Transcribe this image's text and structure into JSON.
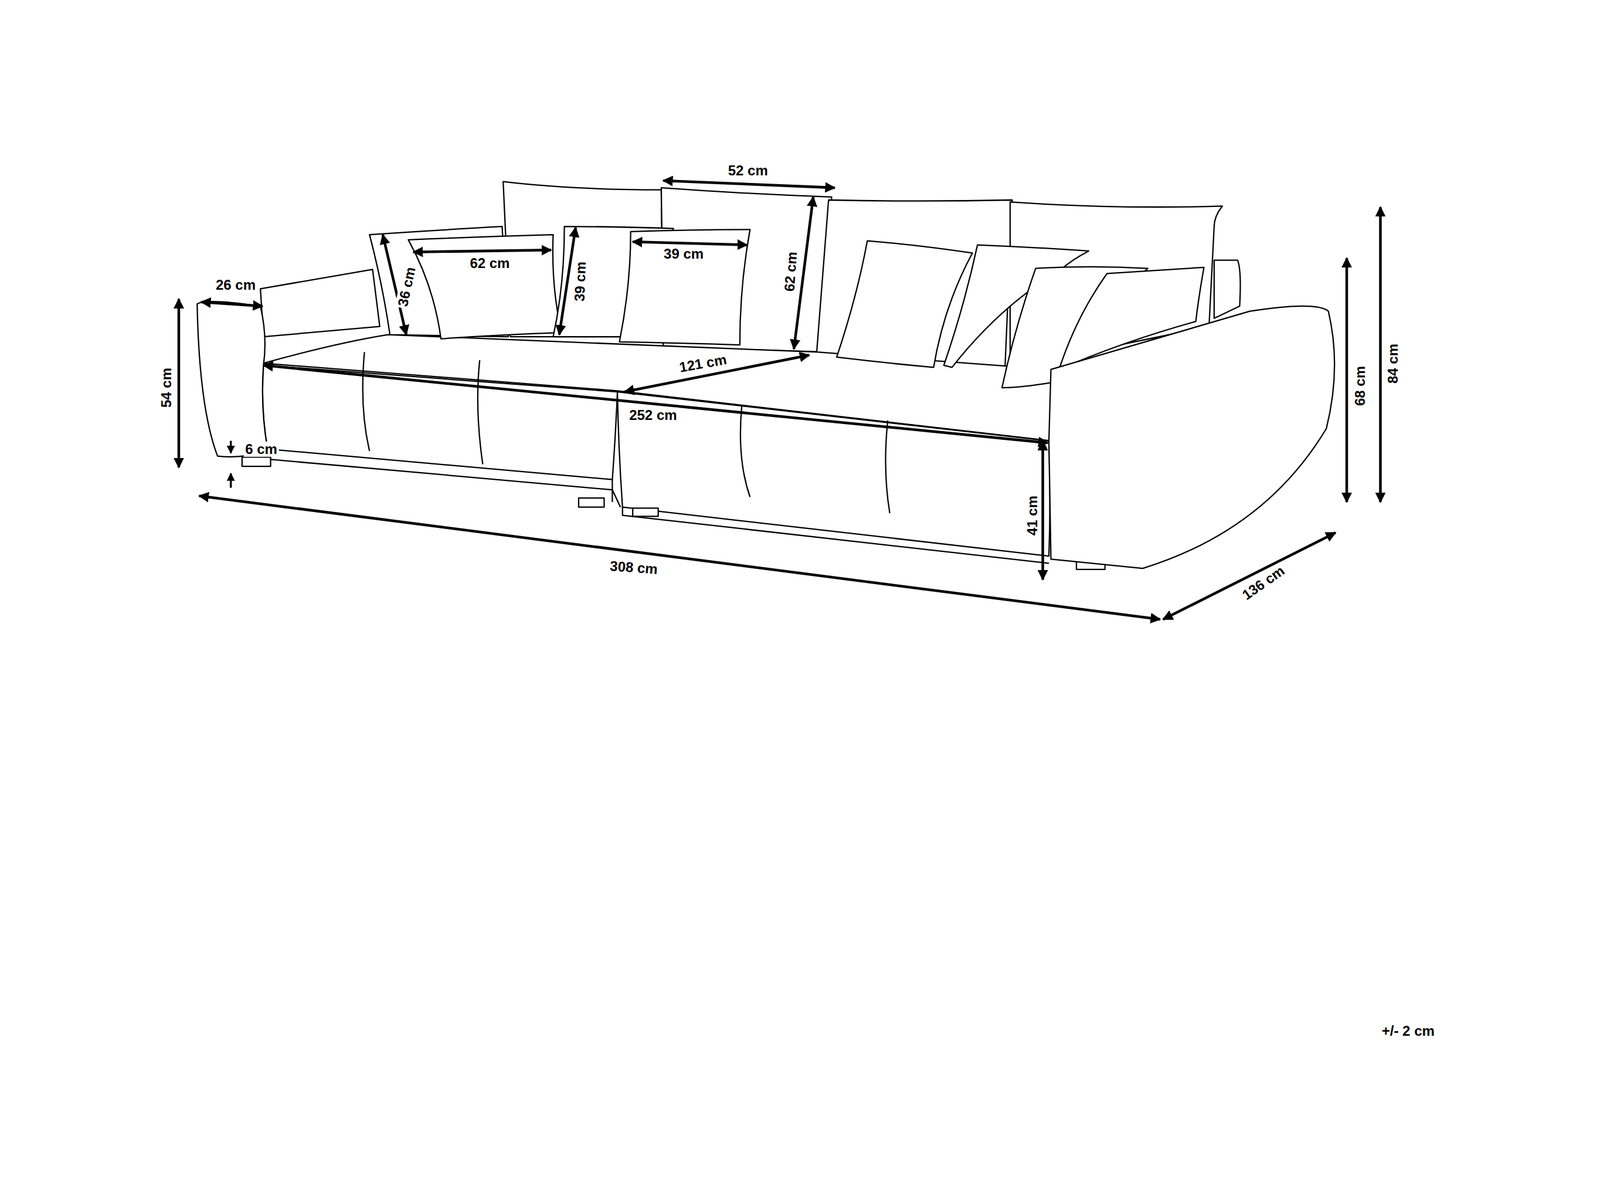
{
  "diagram": {
    "labels": [
      "52 cm",
      "62 cm",
      "39 cm",
      "26 cm",
      "36 cm",
      "39 cm",
      "62 cm",
      "54 cm",
      "121 cm",
      "252 cm",
      "6 cm",
      "41 cm",
      "308 cm",
      "136 cm",
      "68 cm",
      "84 cm",
      "+/- 2 cm"
    ]
  }
}
